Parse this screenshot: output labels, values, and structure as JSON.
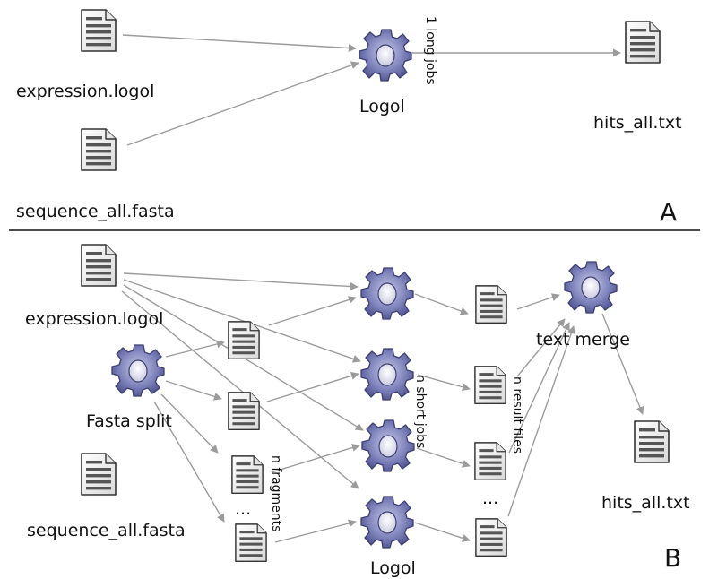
{
  "panel_a": {
    "letter": "A",
    "input_expression": "expression.logol",
    "input_sequence": "sequence_all.fasta",
    "process": "Logol",
    "job_note": "1 long jobs",
    "output": "hits_all.txt"
  },
  "panel_b": {
    "letter": "B",
    "input_expression": "expression.logol",
    "input_sequence": "sequence_all.fasta",
    "split_process": "Fasta split",
    "fragments_note": "n fragments",
    "fragment_ellipsis": "...",
    "jobs_note": "n short jobs",
    "logol_label": "Logol",
    "results_note": "n  result files",
    "result_ellipsis": "...",
    "merge_process": "text merge",
    "output": "hits_all.txt"
  },
  "icons": {
    "document": "document-icon",
    "process": "gear-icon"
  },
  "colors": {
    "edge": "#9b9b9b",
    "gear_fill": "#6f74b0",
    "document_fill": "#f0f0f0"
  }
}
